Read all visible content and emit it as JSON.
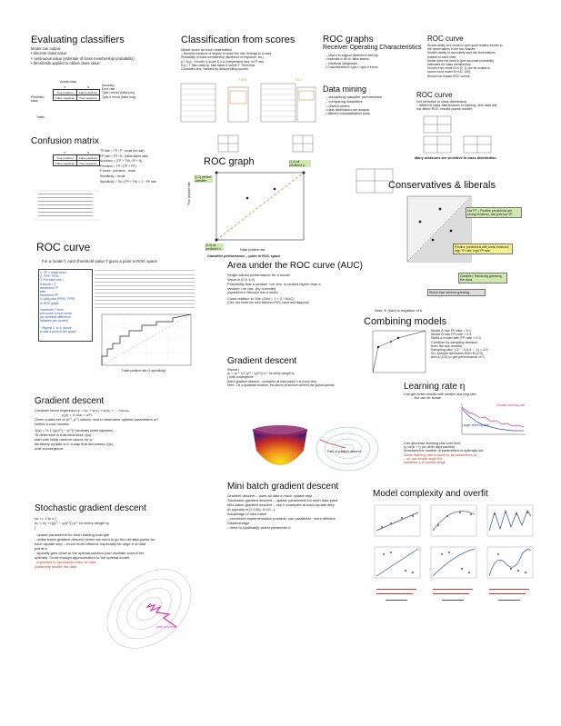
{
  "col1": {
    "eval_title": "Evaluating classifiers",
    "eval_lines": [
      "Model can output",
      "• discrete class value",
      "• continuous value (estimate of class membership probability)",
      "   • thresholds applied to obtain class value"
    ],
    "cm_labels": {
      "actual": "Actual class",
      "p": "P",
      "n": "N",
      "tp": "True positives",
      "fp": "False positives",
      "fn": "False negatives",
      "tn": "True negatives",
      "predicted": "Predicted class",
      "totals": "Totals"
    },
    "acc_lines": [
      "Accuracy",
      "Error rate",
      "",
      "Type-I errors (false pos)",
      "Type-II errors (false neg)"
    ],
    "conf_title": "Confusion matrix",
    "conf_rates": [
      "TP rate = TP / P : recall (hit rate)",
      "FP rate = FP / N : (false alarm rate)",
      "Accuracy = (TP + TN) / (P + N)",
      "Precision = TP / (TP + FP)",
      "F-score : precision ∙ recall",
      "Sensitivity = recall",
      "Specificity = TN / (FP + TN) = 1 − FP rate"
    ],
    "roc_title": "ROC curve",
    "roc_sub": "For a model f, each threshold value T gives a point in ROC space",
    "roc_steps": [
      "1. TP = recall score",
      "2. TP/P, FP/N",
      "3. For each obs. i",
      "   if actual = T",
      "      increment TP",
      "   else",
      "      increment FP",
      "4. Add point (FP/N, TP/P)",
      "   to ROC graph",
      "Increment T from",
      "min score to max score",
      "(by smallest difference",
      "between two scores)",
      "- Repeat 3. to 4. above",
      "to add a point to the graph."
    ],
    "roc_axis_x": "False positive rate (1-specificity)",
    "gd_title": "Gradient descent",
    "gd_lines": [
      "Consider linear regression   y = w₀ + w₁x₁ + w₂x₂ + …+wₘxₘ",
      "yₗ(x) = Σᵢ wᵢxᵢ = wᵀx",
      "",
      "Given a data set of (x⁽ⁱ⁾, y⁽ⁱ⁾) values, how to determine optimal parameters w?",
      "Define a cost function",
      "J(w) = ½ Σ (yₗ(x⁽ⁱ⁾) − y⁽ⁱ⁾)²      (ordinary least squares)",
      "",
      "To determine w that minimizes J(w) :",
      "      start with initial random values for w",
      "      iteratively update w in a way that decreases J(w)",
      "              until convergence"
    ],
    "sgd_title": "Stochastic gradient descent",
    "sgd_lines": [
      "for i = 1 to n {",
      "    wⱼ := wⱼ + η(y⁽ⁱ⁾ − yₗ(x⁽ⁱ⁾)) xⱼ⁽ⁱ⁾      for every weight wⱼ",
      "}",
      "- update parameters for each training example",
      "- unlike batch gradient descent where we need to go thru all data points for",
      "   each update step  – much more efficient, especially for large # of data",
      "   points n",
      "- typically gets close to the optimal solution (can oscillate around the",
      "   optimal). Good enough approximation to the optimal model.",
      "- important to randomize order of data",
      "   (randomly shuffle the data"
    ],
    "sgd_plot_label": "path to optimal"
  },
  "col2": {
    "scores_title": "Classification from scores",
    "scores_lines": [
      "Model score for each observation",
      "– Numeric measure of degree to which the obs. belongs to a class",
      "   Probability of class membership (likelihood of response, etc.)",
      "yᵢ = f(xᵢ) : f model, yᵢ score & xᵢ & independent vars, for P obs.",
      "If yᵢ > T then class=p, else class=1 where T: Threshold",
      "Consider obs. ranked by descending scores"
    ],
    "threshold_a": "T=0.5",
    "threshold_b": "T=0.7",
    "roc_graph_title": "ROC graph",
    "roc_points": [
      "(0,1) perfect classifier",
      "(1,1) all predicted p",
      "(0,0) all predicted n"
    ],
    "roc_axis_y": "True positive rate",
    "roc_axis_x": "False positive rate",
    "perf_caption": "Classifier performance – point in ROC space",
    "auc_title": "Area under the ROC curve (AUC)",
    "auc_lines": [
      "Single valued performance for a model",
      "Value in [0.0  1.0]",
      "Probability that a random +ve obs. is ranked higher than a",
      "random –ve obs. (by a model)",
      "(equivalent to Wilcoxon test of ranks)",
      "Close relation to Gini     (Gini = 1 + 2 * AUC)",
      "(Gini: two times the area between ROC curve and diagonal)"
    ],
    "gd2_title": "Gradient descent",
    "gd2_lines": [
      "Repeat {",
      "   wⱼ := wⱼ + η Σ (y⁽ⁱ⁾ − yₗ(x⁽ⁱ⁾)) xⱼ⁽ⁱ⁾      for every weight wⱼ",
      "} until convergence",
      "",
      "Batch gradient descent – considers all data points n at every step",
      "",
      "Here, J is a quadratic function, the above procedure will find the global optimal."
    ],
    "gd2_plot_label": "Path of gradient descent",
    "mb_title": "Mini batch gradient descent",
    "mb_lines": [
      "Gradient descent – uses all data in each update step",
      "Stochastic gradient descent – update parameters for each data point",
      "Mini-batch gradient descent – use b examples at each update step",
      "                    (b typically in [2,100], b=10,..)",
      "",
      "Advantage of mini-batch",
      "- vectorized implementation possible, can parallelize, more efficient",
      "Disadvantage",
      "- need to (optimally) select parameter b"
    ]
  },
  "col3": {
    "rocg_title": "ROC graphs",
    "rocg_sub": "Receiver Operating Characteristics",
    "rocg_lines": [
      "– Used in signal detection theory",
      "   • tradeoffs in hit vs. false alarms",
      "– Medical diagnosis",
      "   • Costs/benefits in type-I, type-II errors"
    ],
    "dm_title": "Data mining",
    "dm_lines": [
      "– visualizing classifier performance",
      "– comparing classifiers",
      "– Useful where",
      "   • class distributions are unequal",
      "   • different misclassification costs"
    ],
    "rocc_title": "ROC curve",
    "rocc_lines": [
      "Shows ability of a model to give good relative scores to",
      "the observations in the two classes",
      "Model's ability to accurately rank the observations",
      "relative to each other",
      "",
      "Model does not need to give accurate probability",
      "estimates for class membership",
      "",
      "Scores from model A in [0, 1] can be scaled to",
      "scores from model B in [0, 100]",
      "Should not impact ROC curves"
    ],
    "rocc2_title": "ROC curve",
    "rocc2_lines": [
      "Not sensitive to class distribution",
      "– different class distributions in training, test data will",
      "   not affect ROC results (same model)"
    ],
    "many_measures": "Many measures are sensitive to class distribution",
    "cons_title": "Conservatives & liberals",
    "cons_notes": [
      "low FP – Positive predictions are strong evidence, can pick low TP",
      "Positive predictions with weak evidence, high TP rate, high FP rate",
      "Classifier: Randomly guessing the class",
      "Worse than random guessing"
    ],
    "cons_footer": "Note: E (bad) is negation of A",
    "comb_title": "Combining models",
    "comb_lines": [
      "Model A has FP-rate = 0.1",
      "Model B has FP-rate = 0.4",
      "",
      "Need a model with FP-rate = 0.3",
      "",
      "Combine by sampling decision",
      "from the two models",
      "",
      "Sampling rate: (.3 − .1)/(.4 − .1) = 2/3",
      "So, sample decisions from B (2/3)",
      "and A (1/3) to get performance of C"
    ],
    "lr_title": "Learning rate η",
    "lr_lines": [
      "Can get better results with smaller learning rate",
      "…but can be slower"
    ],
    "lr_small": "Smaller learning rate",
    "lr_large": "Larger learning rate",
    "lr_more": [
      "Can decrease learning rate over time",
      "ηₜ=a/(b + t) (or other approaches)",
      "increases the number of parameters to optimally set",
      "",
      "Same learning rate is used for all parameters wⱼ",
      "– so, we should scale the",
      "variables xⱼ to similar range"
    ],
    "mc_title": "Model complexity and overfit"
  },
  "colors": {
    "accent_red": "#c0392b",
    "accent_blue": "#2c4fa8",
    "highlight_green": "#cfe8b0",
    "highlight_yellow": "#f4f08a",
    "orange": "#d98a1c"
  }
}
